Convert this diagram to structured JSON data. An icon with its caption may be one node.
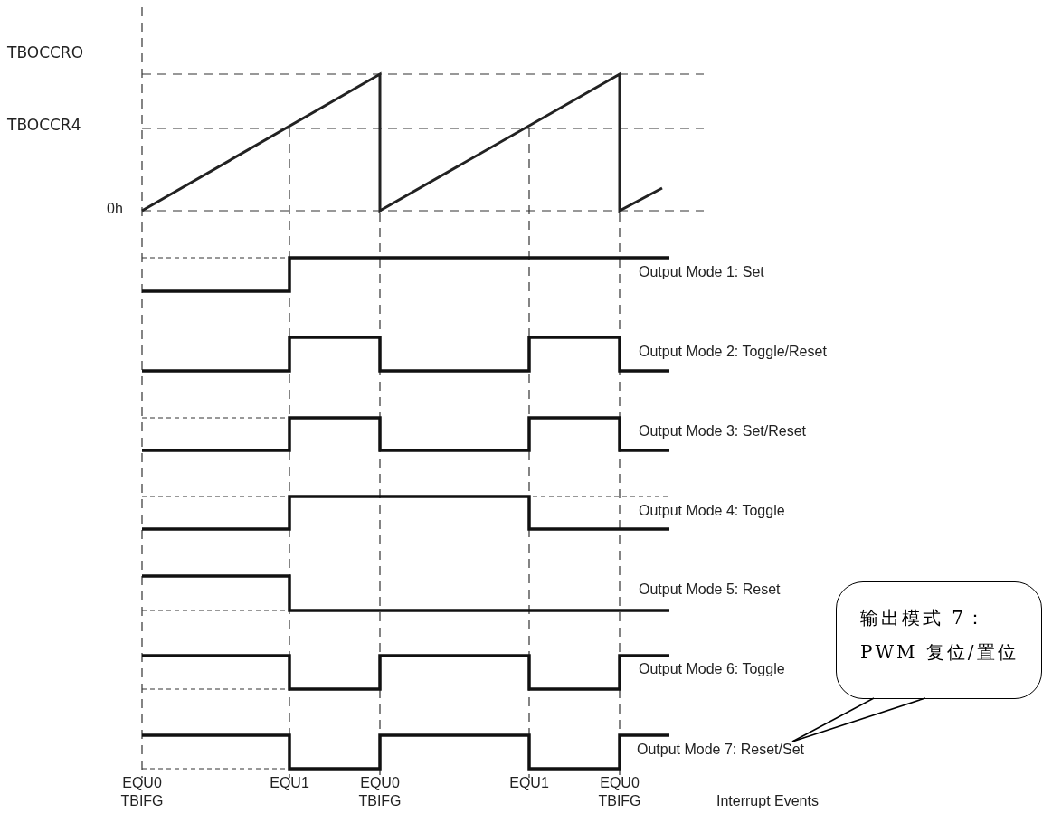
{
  "diagram": {
    "nodes": [
      {
        "text": [
          "输出模式 7：PWM 复位/置位"
        ]
      },
      {
        "text": [
          "Output Mode 7: Reset/Set"
        ]
      }
    ],
    "edges": [
      {
        "from": 0,
        "to": 1,
        "arrow": "none"
      }
    ],
    "labels": [
      "TBOCCRO",
      "TBOCCR4",
      "0h",
      "Output Mode 1: Set",
      "Output Mode 2: Toggle/Reset",
      "Output Mode 3: Set/Reset",
      "Output Mode 4: Toggle",
      "Output Mode 5: Reset",
      "Output Mode 6: Toggle",
      "EQU0 TBIFG",
      "EQU1",
      "EQU0 TBIFG",
      "EQU1",
      "EQU0 TBIFG",
      "Interrupt Events"
    ]
  }
}
